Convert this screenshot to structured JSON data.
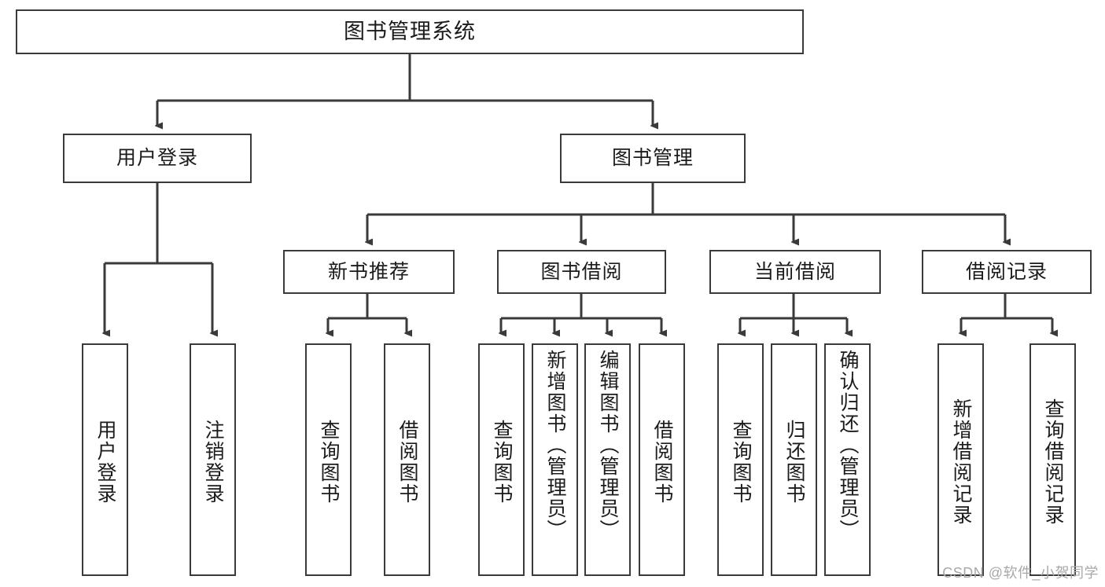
{
  "diagram": {
    "type": "tree",
    "title": "图书管理系统",
    "watermark": "CSDN @软件_小贺同学",
    "colors": {
      "box_border": "#3a3a3a",
      "box_fill": "#ffffff",
      "connector": "#3a3a3a",
      "text": "#1b1b1b",
      "watermark": "#a8a8a8"
    },
    "root": {
      "label": "图书管理系统"
    },
    "level1": [
      {
        "id": "user-login",
        "label": "用户登录"
      },
      {
        "id": "book-manage",
        "label": "图书管理"
      }
    ],
    "level2": [
      {
        "id": "new-book-recommend",
        "label": "新书推荐",
        "parent": "book-manage"
      },
      {
        "id": "book-borrow",
        "label": "图书借阅",
        "parent": "book-manage"
      },
      {
        "id": "current-borrow",
        "label": "当前借阅",
        "parent": "book-manage"
      },
      {
        "id": "borrow-record",
        "label": "借阅记录",
        "parent": "book-manage"
      }
    ],
    "leaves": {
      "user_login": [
        {
          "id": "leaf-user-login",
          "label": "用户登录"
        },
        {
          "id": "leaf-user-logout",
          "label": "注销登录"
        }
      ],
      "new_book_recommend": [
        {
          "id": "leaf-query-book-1",
          "label": "查询图书"
        },
        {
          "id": "leaf-borrow-book-1",
          "label": "借阅图书"
        }
      ],
      "book_borrow": [
        {
          "id": "leaf-query-book-2",
          "label": "查询图书"
        },
        {
          "id": "leaf-add-book",
          "label": "新增图书（管理员）"
        },
        {
          "id": "leaf-edit-book",
          "label": "编辑图书（管理员）"
        },
        {
          "id": "leaf-borrow-book-2",
          "label": "借阅图书"
        }
      ],
      "current_borrow": [
        {
          "id": "leaf-query-book-3",
          "label": "查询图书"
        },
        {
          "id": "leaf-return-book",
          "label": "归还图书"
        },
        {
          "id": "leaf-confirm-return",
          "label": "确认归还（管理员）"
        }
      ],
      "borrow_record": [
        {
          "id": "leaf-add-borrow-record",
          "label": "新增借阅记录"
        },
        {
          "id": "leaf-query-borrow-record",
          "label": "查询借阅记录"
        }
      ]
    }
  }
}
